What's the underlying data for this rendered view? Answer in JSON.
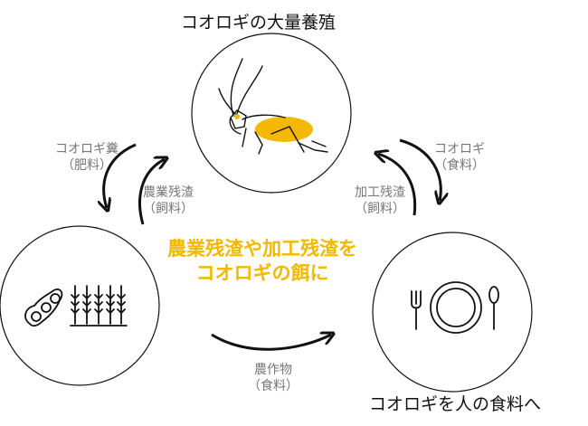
{
  "titles": {
    "top": "コオロギの大量養殖",
    "bottom_right": "コオロギを人の食料へ"
  },
  "center_message": "農業残渣や加工残渣を\nコオロギの餌に",
  "arrow_labels": {
    "frass": "コオロギ糞\n（肥料）",
    "ag_residue": "農業残渣\n（飼料）",
    "proc_residue": "加工残渣\n（飼料）",
    "cricket_food": "コオロギ\n（食料）",
    "crops": "農作物\n（食料）"
  },
  "colors": {
    "accent": "#f5b800",
    "line": "#111111",
    "label": "#777777"
  },
  "icons": {
    "top": "cricket-icon",
    "left": "crops-icon",
    "right": "tableware-icon"
  }
}
